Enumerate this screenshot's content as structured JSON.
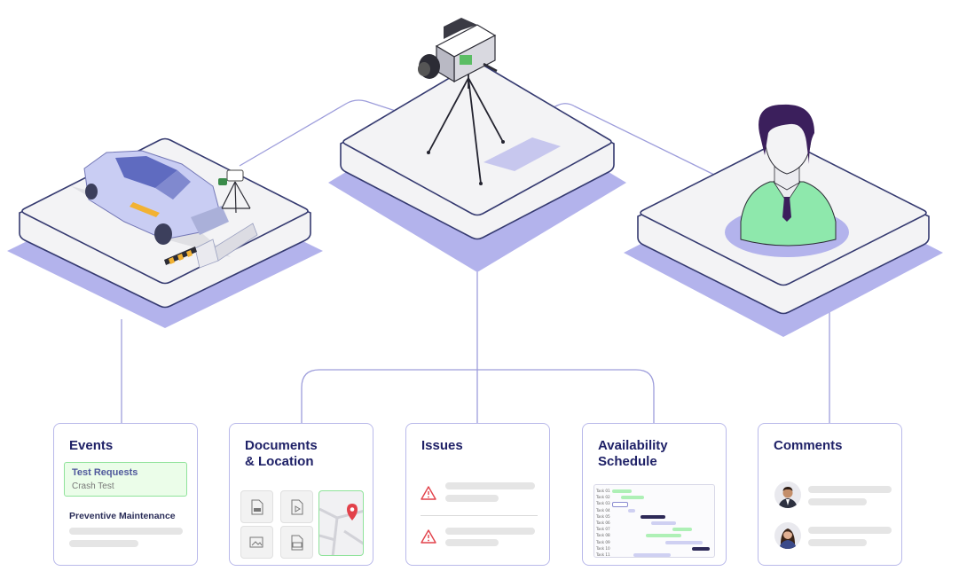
{
  "colors": {
    "accent_lavender": "#b3b3ec",
    "line": "#9d9ddb",
    "card_border": "#b9b9ea",
    "title_navy": "#1f2167",
    "success_green": "#8fe39a",
    "success_fill": "#ebfde9",
    "warning_red": "#e2414a",
    "gantt_purple": "#2d2957"
  },
  "illustrations": {
    "left": "crash-test-car",
    "center": "camera-on-tripod",
    "right": "person-bust"
  },
  "cards": {
    "events": {
      "title": "Events",
      "test_requests_title": "Test Requests",
      "test_requests_sub": "Crash Test",
      "preventive_label": "Preventive Maintenance"
    },
    "documents": {
      "title": "Documents\n& Location",
      "tiles": [
        "pdf-file-icon",
        "video-file-icon",
        "image-file-icon",
        "excel-file-icon"
      ],
      "map_icon": "map-pin-icon"
    },
    "issues": {
      "title": "Issues",
      "icon": "warning-triangle-icon"
    },
    "availability": {
      "title": "Availability\nSchedule",
      "tasks": [
        "Task 01",
        "Task 02",
        "Task 03",
        "Task 04",
        "Task 05",
        "Task 06",
        "Task 07",
        "Task 08",
        "Task 09",
        "Task 10",
        "Task 11"
      ]
    },
    "comments": {
      "title": "Comments",
      "avatars": [
        "male-avatar",
        "female-avatar"
      ]
    }
  }
}
